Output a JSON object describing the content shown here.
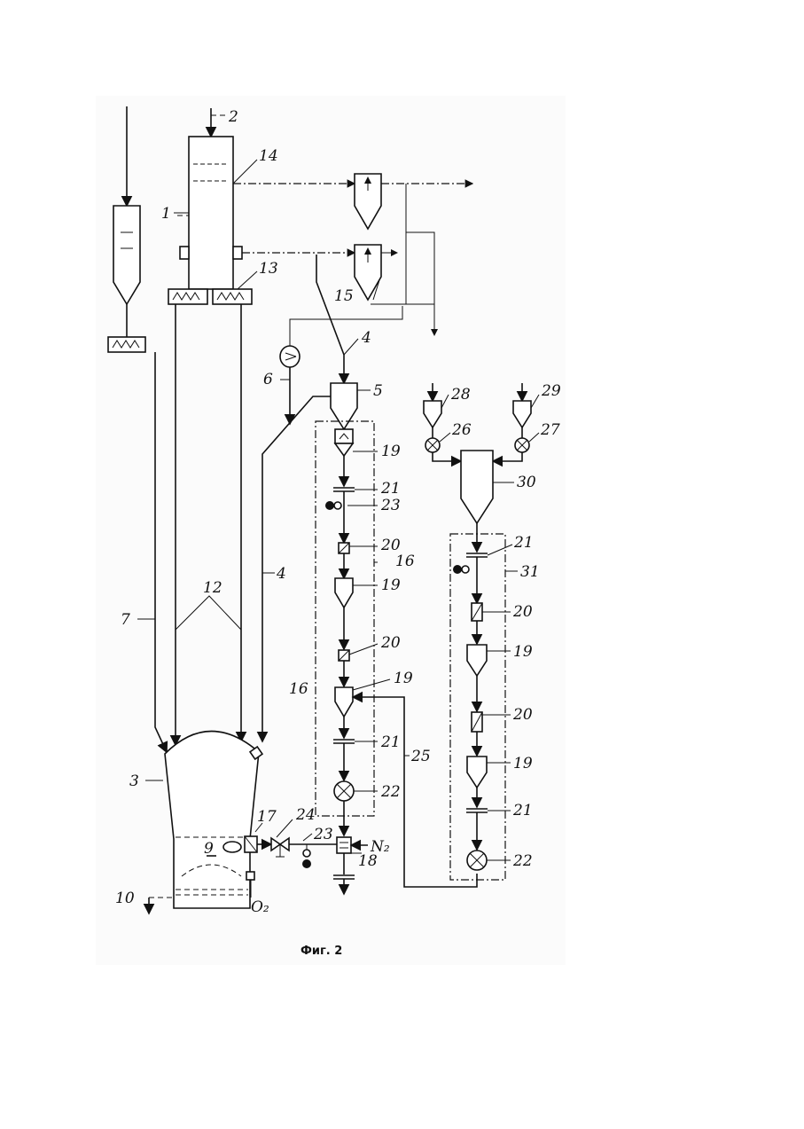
{
  "figure": {
    "caption": "Фиг. 2",
    "labels": {
      "l1": "1",
      "l2": "2",
      "l3": "3",
      "l4a": "4",
      "l4b": "4",
      "l5": "5",
      "l6": "6",
      "l7": "7",
      "l9": "9",
      "l10": "10",
      "l12": "12",
      "l13": "13",
      "l14": "14",
      "l15": "15",
      "l16a": "16",
      "l16b": "16",
      "l17": "17",
      "l18": "18",
      "l19a": "19",
      "l19b": "19",
      "l19c": "19",
      "l19d": "19",
      "l19e": "19",
      "l20a": "20",
      "l20b": "20",
      "l20c": "20",
      "l20d": "20",
      "l21a": "21",
      "l21b": "21",
      "l21c": "21",
      "l21d": "21",
      "l22a": "22",
      "l22b": "22",
      "l23a": "23",
      "l23b": "23",
      "l24": "24",
      "l25": "25",
      "l26": "26",
      "l27": "27",
      "l28": "28",
      "l29": "29",
      "l30": "30",
      "l31": "31",
      "n2": "N₂",
      "o2": "O₂"
    }
  }
}
